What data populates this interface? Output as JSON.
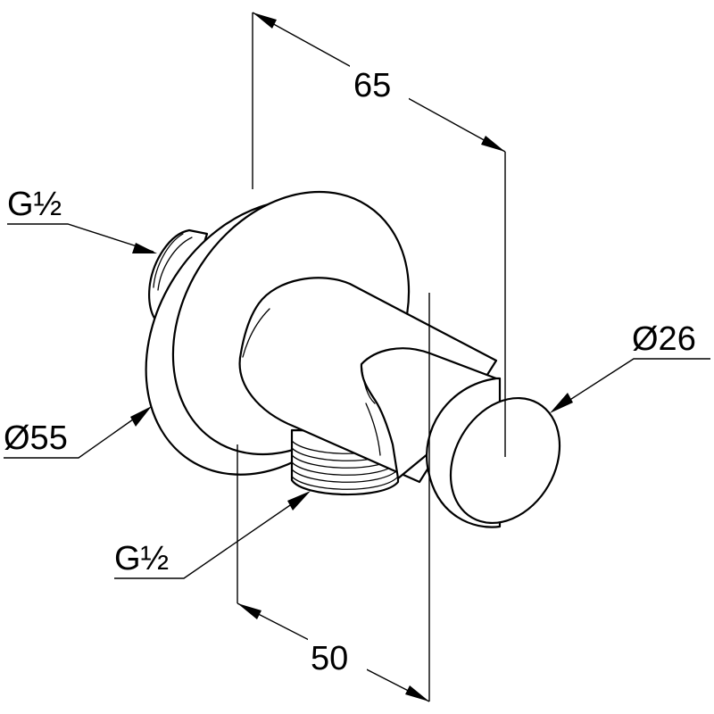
{
  "dimensions": {
    "overall_depth": "65",
    "wall_thread": "G½",
    "rosette_diameter": "Ø55",
    "outlet_thread": "G½",
    "holder_diameter": "Ø26",
    "outlet_offset": "50"
  },
  "colors": {
    "line": "#000000",
    "background": "#ffffff"
  }
}
